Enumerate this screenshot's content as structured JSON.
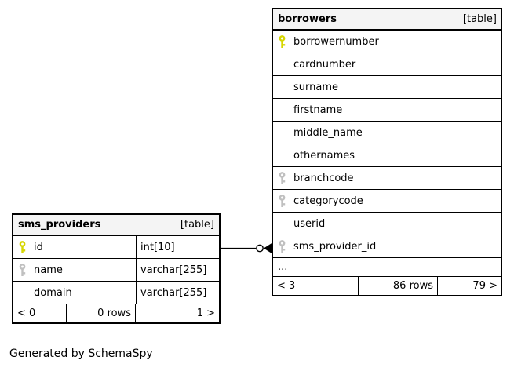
{
  "diagram": {
    "generated_by": "Generated by SchemaSpy"
  },
  "colors": {
    "header_bg": "#f4f4f4",
    "border": "#000000",
    "primary_key_icon": "#d6d600",
    "foreign_key_icon": "#c0c0c0"
  },
  "tables": {
    "borrowers": {
      "title": "borrowers",
      "type_label": "[table]",
      "columns": [
        {
          "name": "borrowernumber",
          "key": "primary"
        },
        {
          "name": "cardnumber",
          "key": "none"
        },
        {
          "name": "surname",
          "key": "none"
        },
        {
          "name": "firstname",
          "key": "none"
        },
        {
          "name": "middle_name",
          "key": "none"
        },
        {
          "name": "othernames",
          "key": "none"
        },
        {
          "name": "branchcode",
          "key": "foreign"
        },
        {
          "name": "categorycode",
          "key": "foreign"
        },
        {
          "name": "userid",
          "key": "none"
        },
        {
          "name": "sms_provider_id",
          "key": "foreign"
        }
      ],
      "truncated_indicator": "...",
      "footer": {
        "left": "< 3",
        "center": "86 rows",
        "right": "79 >"
      }
    },
    "sms_providers": {
      "title": "sms_providers",
      "type_label": "[table]",
      "columns": [
        {
          "name": "id",
          "type": "int[10]",
          "key": "primary"
        },
        {
          "name": "name",
          "type": "varchar[255]",
          "key": "foreign"
        },
        {
          "name": "domain",
          "type": "varchar[255]",
          "key": "none"
        }
      ],
      "footer": {
        "left": "< 0",
        "center": "0 rows",
        "right": "1 >"
      }
    }
  },
  "relationship": {
    "from": "sms_providers.id",
    "to": "borrowers.sms_provider_id"
  }
}
